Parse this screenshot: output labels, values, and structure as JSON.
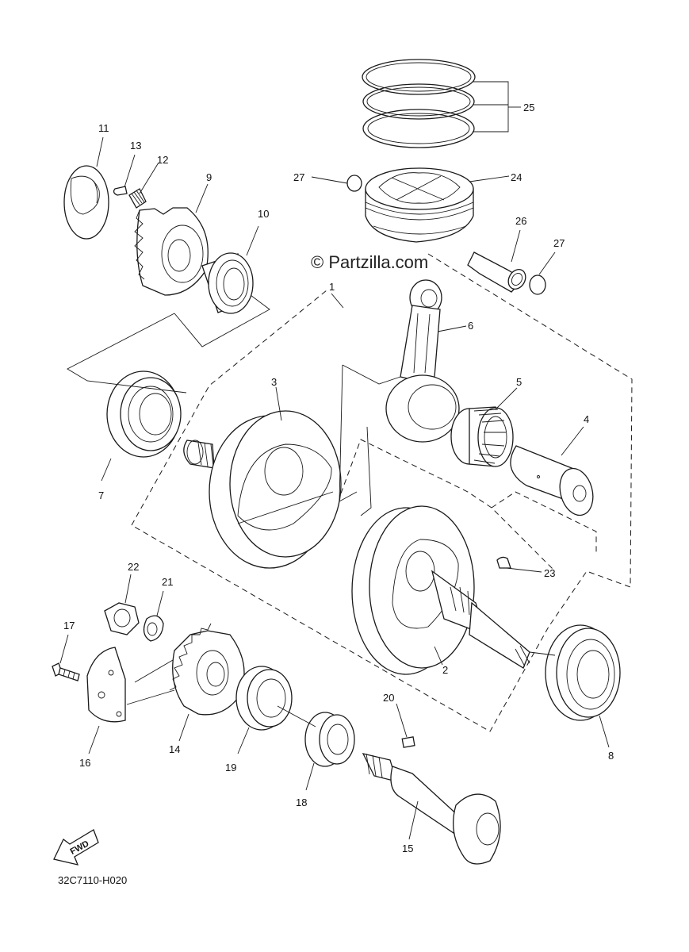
{
  "watermark": "© Partzilla.com",
  "diagram_code": "32C7110-H020",
  "fwd_label": "FWD",
  "callouts": {
    "c1": "1",
    "c2": "2",
    "c3": "3",
    "c4": "4",
    "c5": "5",
    "c6": "6",
    "c7": "7",
    "c8": "8",
    "c9": "9",
    "c10": "10",
    "c11": "11",
    "c12": "12",
    "c13": "13",
    "c14": "14",
    "c15": "15",
    "c16": "16",
    "c17": "17",
    "c18": "18",
    "c19": "19",
    "c20": "20",
    "c21": "21",
    "c22": "22",
    "c23": "23",
    "c24": "24",
    "c25": "25",
    "c26": "26",
    "c27a": "27",
    "c27b": "27"
  }
}
